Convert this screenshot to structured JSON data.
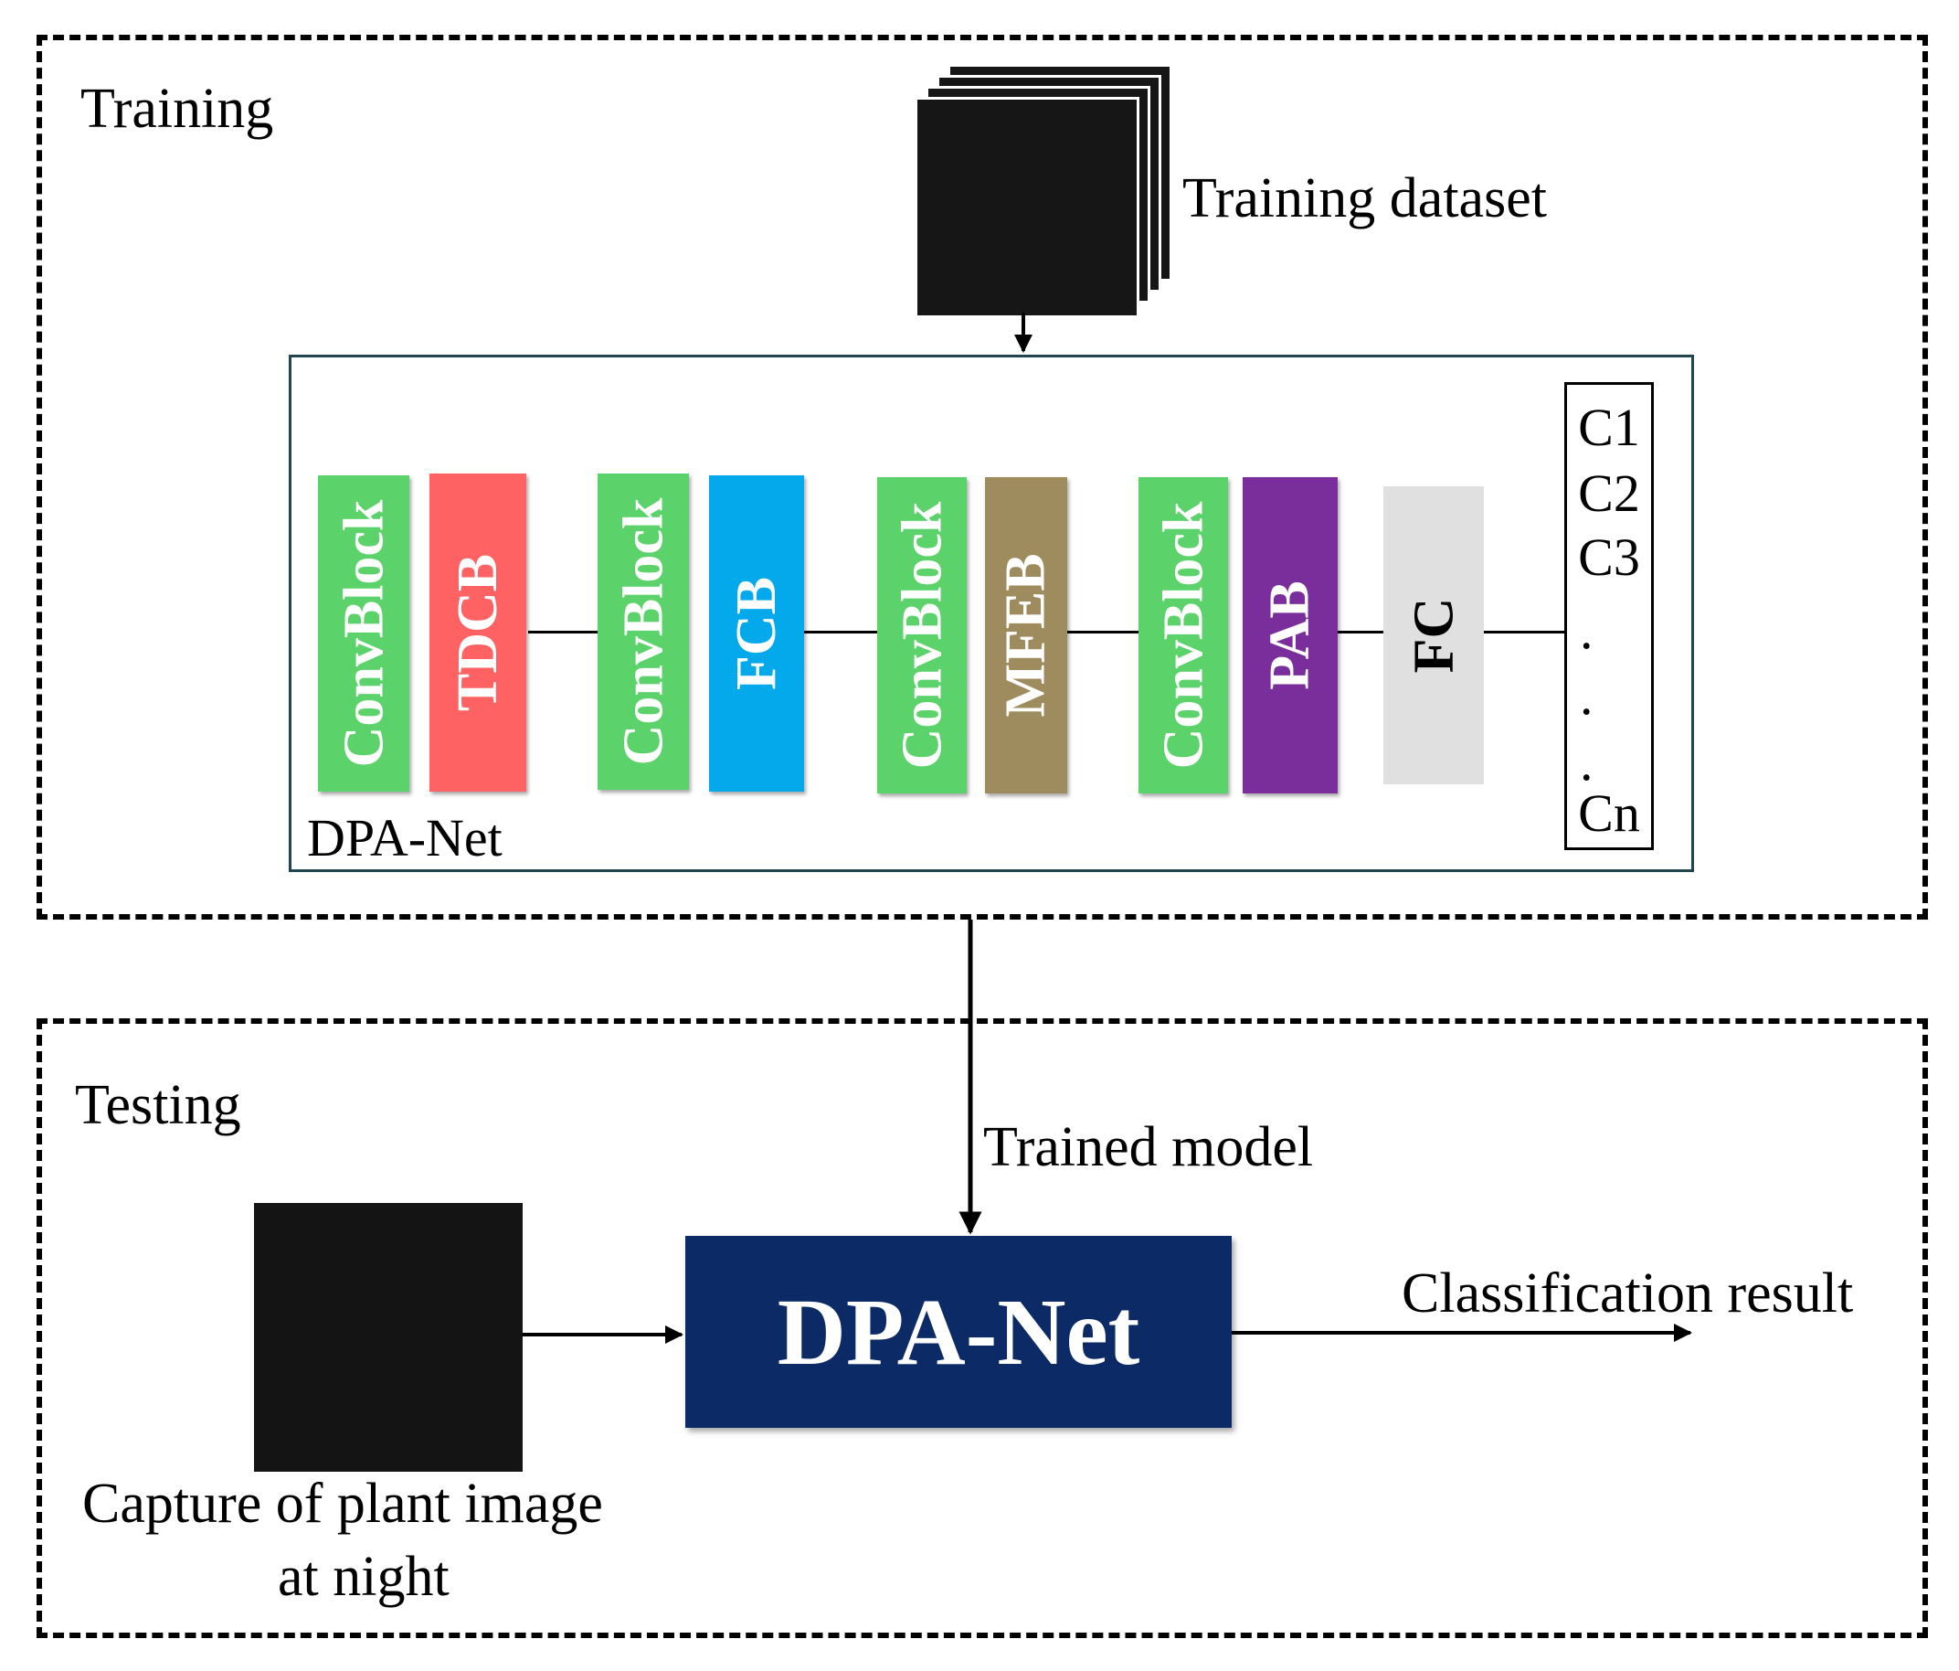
{
  "training": {
    "title": "Training",
    "dataset_label": "Training dataset",
    "network_label": "DPA-Net",
    "blocks": [
      {
        "label": "ConvBlock",
        "color": "#5bd36a"
      },
      {
        "label": "TDCB",
        "color": "#fe6262"
      },
      {
        "label": "ConvBlock",
        "color": "#5bd36a"
      },
      {
        "label": "FCB",
        "color": "#03a9ea"
      },
      {
        "label": "ConvBlock",
        "color": "#5bd36a"
      },
      {
        "label": "MFEB",
        "color": "#9e8b5e"
      },
      {
        "label": "ConvBlock",
        "color": "#5bd36a"
      },
      {
        "label": "PAB",
        "color": "#7a2e9b"
      },
      {
        "label": "FC",
        "color": "#e0e0e0"
      }
    ],
    "classes": [
      "C1",
      "C2",
      "C3",
      ".",
      ".",
      ".",
      "Cn"
    ]
  },
  "connector": {
    "label": "Trained model"
  },
  "testing": {
    "title": "Testing",
    "input_label_line1": "Capture of plant image",
    "input_label_line2": "at night",
    "model_label": "DPA-Net",
    "output_label": "Classification result"
  }
}
